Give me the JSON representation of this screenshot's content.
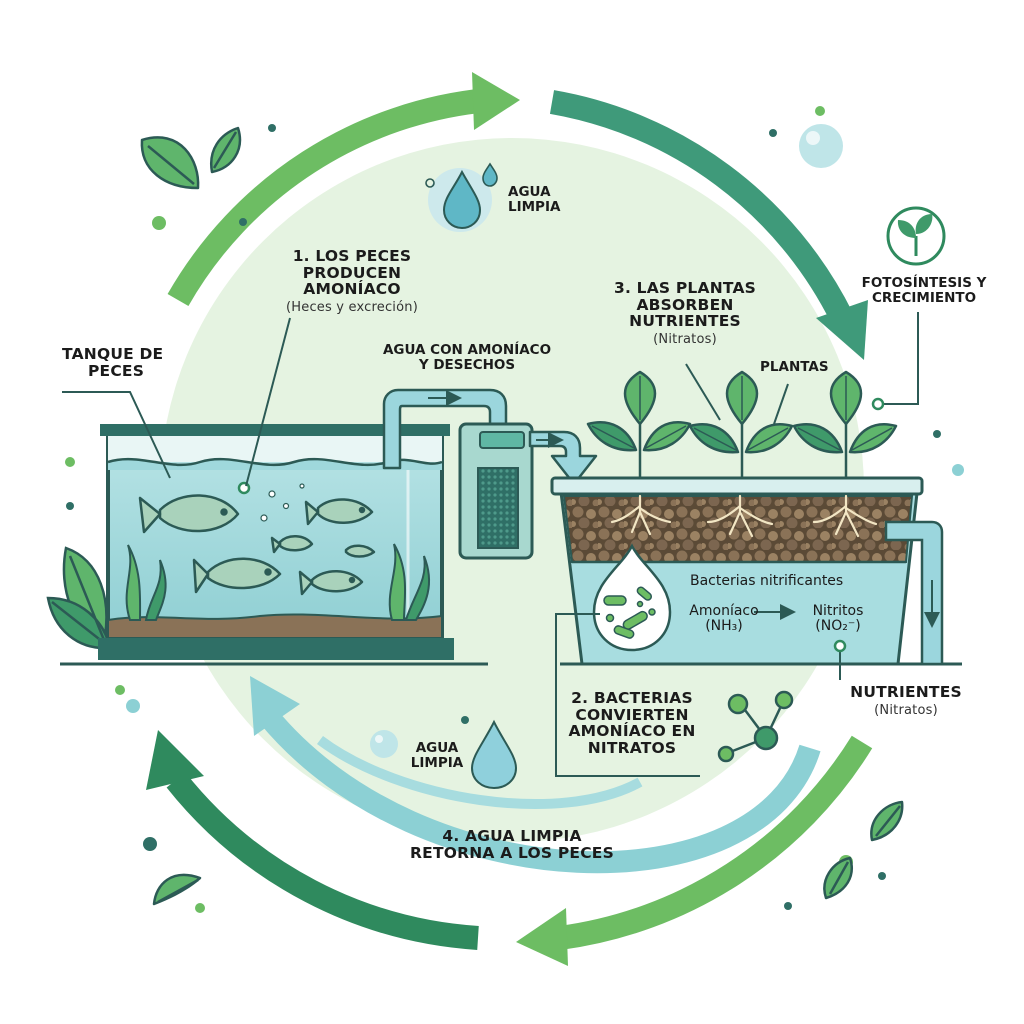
{
  "labels": {
    "tanque": [
      "TANQUE DE",
      "PECES"
    ],
    "step1": {
      "title": [
        "1. LOS PECES",
        "PRODUCEN",
        "AMONÍACO"
      ],
      "sub": "(Heces y excreción)"
    },
    "agua_limpia_top": [
      "AGUA",
      "LIMPIA"
    ],
    "agua_amoniaco": [
      "AGUA CON AMONÍACO",
      "Y DESECHOS"
    ],
    "step3": {
      "title": [
        "3. LAS PLANTAS",
        "ABSORBEN",
        "NUTRIENTES"
      ],
      "sub": "(Nitratos)"
    },
    "plantas": "PLANTAS",
    "fotosintesis": [
      "FOTOSÍNTESIS Y",
      "CRECIMIENTO"
    ],
    "bacterias_title": "Bacterias nitrificantes",
    "amoniaco": [
      "Amoníaco",
      "(NH₃)"
    ],
    "nitritos": [
      "Nitritos",
      "(NO₂⁻)"
    ],
    "nutrientes": {
      "title": "NUTRIENTES",
      "sub": "(Nitratos)"
    },
    "step2": [
      "2. BACTERIAS",
      "CONVIERTEN",
      "AMONÍACO EN",
      "NITRATOS"
    ],
    "agua_limpia_bottom": [
      "AGUA",
      "LIMPIA"
    ],
    "step4": [
      "4. AGUA LIMPIA",
      "RETORNA A LOS PECES"
    ]
  },
  "colors": {
    "green_dark": "#2f8a5e",
    "green_light": "#6dbd63",
    "teal": "#4d9e8c",
    "water_cyan": "#9bd6dd",
    "circle_bg": "#e5f3e1",
    "outline": "#2c5a55"
  },
  "icons": [
    "leaf-icon",
    "water-drop-icon",
    "sprout-icon",
    "molecule-icon",
    "bubble-icon",
    "fish-icon",
    "bacteria-icon"
  ]
}
